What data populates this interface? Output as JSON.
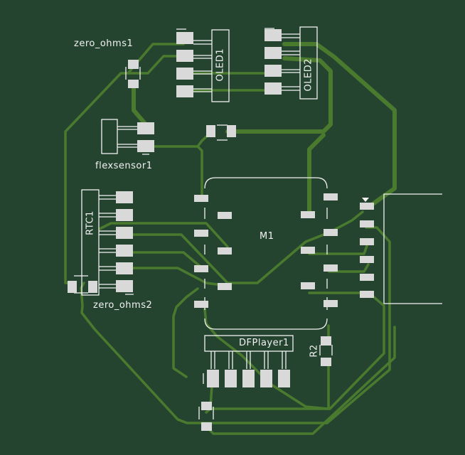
{
  "board": {
    "background": "#254430",
    "trace_color": "#4a7a2e",
    "pad_color": "#d9d9d9",
    "silk_color": "#f2f2f2"
  },
  "components": {
    "zero_ohms1": {
      "label": "zero_ohms1"
    },
    "oled1": {
      "label": "OLED1"
    },
    "oled2": {
      "label": "OLED2"
    },
    "flexsensor1": {
      "label": "flexsensor1"
    },
    "rtc1": {
      "label": "RTC1"
    },
    "zero_ohms2": {
      "label": "zero_ohms2"
    },
    "m1": {
      "label": "M1"
    },
    "dfplayer1": {
      "label": "DFPlayer1"
    },
    "r2": {
      "label": "R2"
    }
  }
}
